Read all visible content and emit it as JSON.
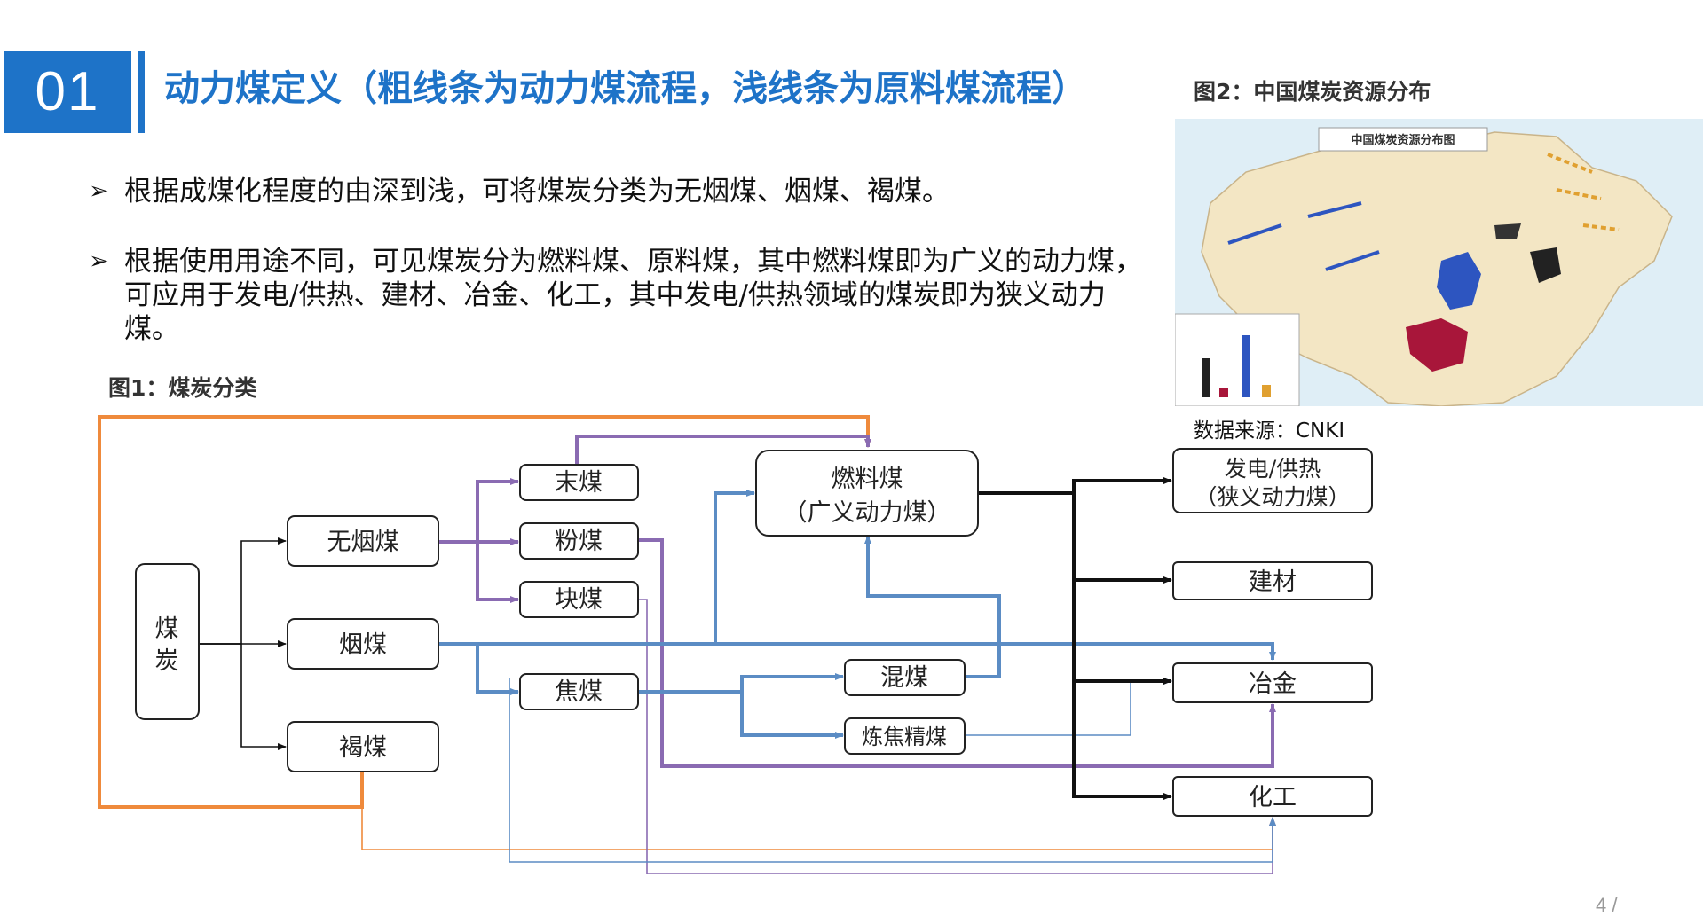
{
  "header": {
    "section_number": "01",
    "title": "动力煤定义（粗线条为动力煤流程，浅线条为原料煤流程）"
  },
  "bullets": [
    "根据成煤化程度的由深到浅，可将煤炭分类为无烟煤、烟煤、褐煤。",
    "根据使用用途不同，可见煤炭分为燃料煤、原料煤，其中燃料煤即为广义的动力煤，可应用于发电/供热、建材、冶金、化工，其中发电/供热领域的煤炭即为狭义动力煤。"
  ],
  "bullet_marker": "➢",
  "figure1": {
    "caption": "图1：煤炭分类",
    "nodes": {
      "coal_line1": "煤",
      "coal_line2": "炭",
      "anthracite": "无烟煤",
      "bituminous": "烟煤",
      "lignite": "褐煤",
      "fine": "末煤",
      "powder": "粉煤",
      "lump": "块煤",
      "coke": "焦煤",
      "blend": "混煤",
      "coking_clean": "炼焦精煤",
      "fuel_line1": "燃料煤",
      "fuel_line2": "（广义动力煤）",
      "power_line1": "发电/供热",
      "power_line2": "（狭义动力煤）",
      "building": "建材",
      "metallurgy": "冶金",
      "chemical": "化工"
    },
    "colors": {
      "orange": "#ef8a3c",
      "purple": "#8a6bb2",
      "blue": "#5b8cc4",
      "black": "#111111"
    }
  },
  "figure2": {
    "caption": "图2：中国煤炭资源分布",
    "map_title": "中国煤炭资源分布图",
    "source": "数据来源：CNKI"
  },
  "footer": {
    "page_number": "4 /"
  }
}
